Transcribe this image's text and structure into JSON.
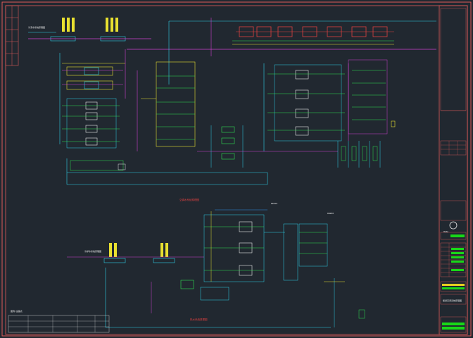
{
  "drawing": {
    "viewer_background": "#212830",
    "sheet_border_color": "#e05a5a",
    "title_block": {
      "panel_color": "#2a2f36",
      "highlight_green": "#18d818",
      "accent_yellow": "#e8d020"
    },
    "line_colors": {
      "chilled_water_supply": "#2fd0e8",
      "chilled_water_return": "#d040d0",
      "cooling_water": "#2f8fe8",
      "condensate": "#e8e030",
      "valves_pumps": "#30e050",
      "equipment": "#e04040",
      "annotation": "#e8e8e8"
    },
    "notes": [
      "冷冻水系统原理图",
      "冷却水系统原理图"
    ],
    "legend_title": "图例/设备表",
    "system_titles": {
      "upper_system": "空调水系统原理图",
      "lower_system": "热水系统原理图"
    },
    "title_block_labels": {
      "drawing_name": "暖通空调系统原理图",
      "project": "HVAC"
    },
    "callout_top": "DN150",
    "callout_mid": "DN200"
  }
}
